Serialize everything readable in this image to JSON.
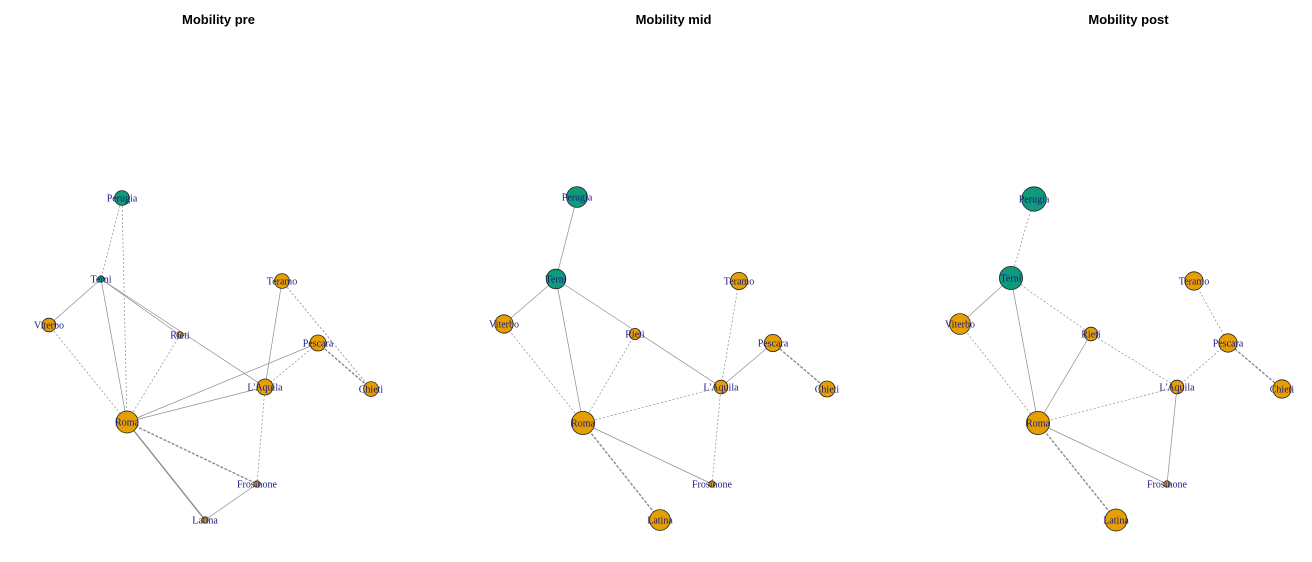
{
  "colors": {
    "orange": "#E69F00",
    "green": "#0E9B7C",
    "edge": "#8c8c8c",
    "label": "#1a1a80"
  },
  "panels": [
    {
      "title": "Mobility pre",
      "nodes": [
        {
          "label": "Perugia",
          "group": "green",
          "size": 0.45
        },
        {
          "label": "Terni",
          "group": "green",
          "size": 0.1
        },
        {
          "label": "Viterbo",
          "group": "orange",
          "size": 0.4
        },
        {
          "label": "Rieti",
          "group": "orange",
          "size": 0.1
        },
        {
          "label": "Teramo",
          "group": "orange",
          "size": 0.45
        },
        {
          "label": "Pescara",
          "group": "orange",
          "size": 0.5
        },
        {
          "label": "Chieti",
          "group": "orange",
          "size": 0.45
        },
        {
          "label": "L'Aquila",
          "group": "orange",
          "size": 0.5
        },
        {
          "label": "Roma",
          "group": "orange",
          "size": 0.75
        },
        {
          "label": "Frosinone",
          "group": "orange",
          "size": 0.1
        },
        {
          "label": "Latina",
          "group": "orange",
          "size": 0.1
        }
      ],
      "edges": [
        [
          "Perugia",
          "Terni",
          1,
          "dash"
        ],
        [
          "Perugia",
          "Roma",
          1,
          "dash"
        ],
        [
          "Terni",
          "Viterbo",
          1,
          "solid"
        ],
        [
          "Terni",
          "Rieti",
          1,
          "solid"
        ],
        [
          "Terni",
          "Roma",
          1,
          "solid"
        ],
        [
          "Terni",
          "L'Aquila",
          1,
          "solid"
        ],
        [
          "Viterbo",
          "Roma",
          1,
          "dash"
        ],
        [
          "Rieti",
          "Roma",
          1,
          "dash"
        ],
        [
          "Teramo",
          "L'Aquila",
          1,
          "solid"
        ],
        [
          "Teramo",
          "Chieti",
          1.2,
          "dash"
        ],
        [
          "Pescara",
          "L'Aquila",
          1,
          "dash"
        ],
        [
          "Pescara",
          "Chieti",
          2,
          "dash"
        ],
        [
          "Pescara",
          "Roma",
          1,
          "solid"
        ],
        [
          "L'Aquila",
          "Roma",
          1,
          "solid"
        ],
        [
          "L'Aquila",
          "Frosinone",
          1,
          "dash"
        ],
        [
          "Roma",
          "Frosinone",
          2,
          "dash"
        ],
        [
          "Roma",
          "Latina",
          2,
          "solid"
        ],
        [
          "Frosinone",
          "Latina",
          1,
          "solid"
        ]
      ]
    },
    {
      "title": "Mobility mid",
      "nodes": [
        {
          "label": "Perugia",
          "group": "green",
          "size": 0.7
        },
        {
          "label": "Terni",
          "group": "green",
          "size": 0.65
        },
        {
          "label": "Viterbo",
          "group": "orange",
          "size": 0.6
        },
        {
          "label": "Rieti",
          "group": "orange",
          "size": 0.3
        },
        {
          "label": "Teramo",
          "group": "orange",
          "size": 0.55
        },
        {
          "label": "Pescara",
          "group": "orange",
          "size": 0.55
        },
        {
          "label": "Chieti",
          "group": "orange",
          "size": 0.5
        },
        {
          "label": "L'Aquila",
          "group": "orange",
          "size": 0.4
        },
        {
          "label": "Roma",
          "group": "orange",
          "size": 0.8
        },
        {
          "label": "Frosinone",
          "group": "orange",
          "size": 0.1
        },
        {
          "label": "Latina",
          "group": "orange",
          "size": 0.7
        }
      ],
      "edges": [
        [
          "Perugia",
          "Terni",
          1,
          "solid"
        ],
        [
          "Terni",
          "Viterbo",
          1,
          "solid"
        ],
        [
          "Terni",
          "Roma",
          1,
          "solid"
        ],
        [
          "Terni",
          "L'Aquila",
          1,
          "solid"
        ],
        [
          "Viterbo",
          "Roma",
          1,
          "dash"
        ],
        [
          "Rieti",
          "Roma",
          1,
          "dash"
        ],
        [
          "Teramo",
          "L'Aquila",
          1,
          "dash"
        ],
        [
          "Pescara",
          "L'Aquila",
          1,
          "solid"
        ],
        [
          "Pescara",
          "Chieti",
          2,
          "dash"
        ],
        [
          "L'Aquila",
          "Roma",
          1,
          "dash"
        ],
        [
          "L'Aquila",
          "Frosinone",
          1,
          "dash"
        ],
        [
          "Roma",
          "Frosinone",
          1,
          "solid"
        ],
        [
          "Roma",
          "Latina",
          2,
          "dash"
        ]
      ]
    },
    {
      "title": "Mobility post",
      "nodes": [
        {
          "label": "Perugia",
          "group": "green",
          "size": 0.85
        },
        {
          "label": "Terni",
          "group": "green",
          "size": 0.8
        },
        {
          "label": "Viterbo",
          "group": "orange",
          "size": 0.7
        },
        {
          "label": "Rieti",
          "group": "orange",
          "size": 0.4
        },
        {
          "label": "Teramo",
          "group": "orange",
          "size": 0.6
        },
        {
          "label": "Pescara",
          "group": "orange",
          "size": 0.6
        },
        {
          "label": "Chieti",
          "group": "orange",
          "size": 0.6
        },
        {
          "label": "L'Aquila",
          "group": "orange",
          "size": 0.4
        },
        {
          "label": "Roma",
          "group": "orange",
          "size": 0.8
        },
        {
          "label": "Frosinone",
          "group": "orange",
          "size": 0.1
        },
        {
          "label": "Latina",
          "group": "orange",
          "size": 0.75
        }
      ],
      "edges": [
        [
          "Perugia",
          "Terni",
          1,
          "dash"
        ],
        [
          "Terni",
          "Viterbo",
          1,
          "solid"
        ],
        [
          "Terni",
          "Roma",
          1,
          "solid"
        ],
        [
          "Terni",
          "Rieti",
          1,
          "dash"
        ],
        [
          "Viterbo",
          "Roma",
          1,
          "dash"
        ],
        [
          "Rieti",
          "Roma",
          1,
          "solid"
        ],
        [
          "Rieti",
          "L'Aquila",
          1,
          "dash"
        ],
        [
          "Teramo",
          "Pescara",
          1,
          "dash"
        ],
        [
          "Pescara",
          "L'Aquila",
          1,
          "dash"
        ],
        [
          "Pescara",
          "Chieti",
          2,
          "dash"
        ],
        [
          "L'Aquila",
          "Roma",
          1,
          "dash"
        ],
        [
          "L'Aquila",
          "Frosinone",
          1,
          "solid"
        ],
        [
          "Roma",
          "Frosinone",
          1,
          "solid"
        ],
        [
          "Roma",
          "Latina",
          2,
          "dash"
        ]
      ]
    }
  ]
}
